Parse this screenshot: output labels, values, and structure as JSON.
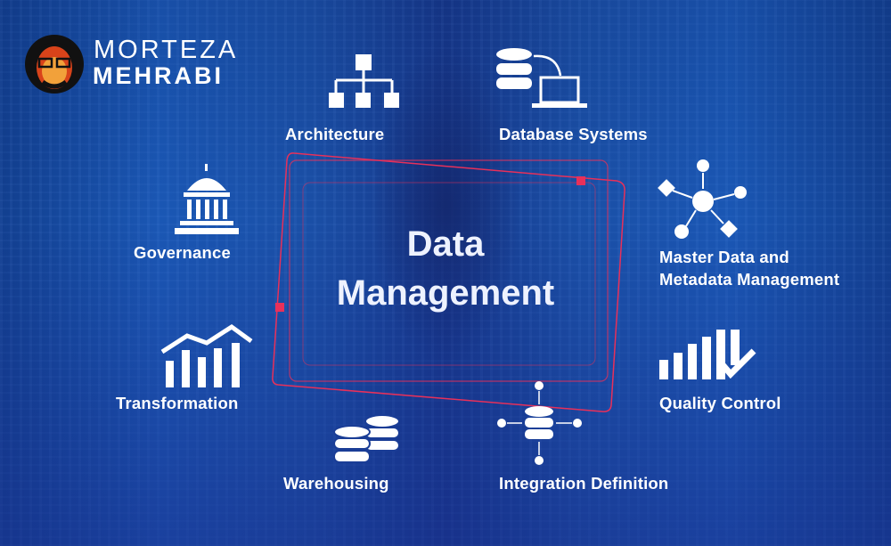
{
  "brand": {
    "first_name": "MORTEZA",
    "last_name": "MEHRABI"
  },
  "center": {
    "line1": "Data",
    "line2": "Management"
  },
  "topics": {
    "architecture": "Architecture",
    "database_systems": "Database Systems",
    "governance": "Governance",
    "master_data_line1": "Master Data and",
    "master_data_line2": "Metadata Management",
    "transformation": "Transformation",
    "quality_control": "Quality Control",
    "warehousing": "Warehousing",
    "integration_definition": "Integration Definition"
  },
  "colors": {
    "accent": "#e8305a",
    "background": "#1a4fa6",
    "text": "#ffffff"
  }
}
